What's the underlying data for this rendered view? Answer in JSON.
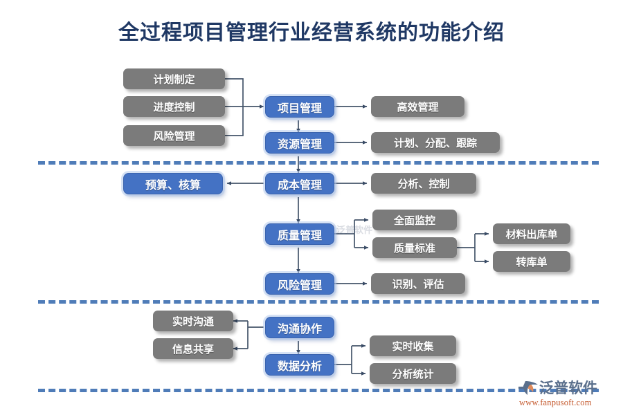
{
  "page": {
    "title": "全过程项目管理行业经营系统的功能介绍",
    "title_color": "#1f3864",
    "background": "#ffffff"
  },
  "colors": {
    "blue_node": "#4472c4",
    "gray_node": "#7b7b7b",
    "separator": "#4f7cb8",
    "connector": "#44546a",
    "logo_text": "#5a6f8c",
    "logo_url": "#c4582c"
  },
  "sections": [
    {
      "name": "project-resource",
      "nodes": {
        "inputs": [
          {
            "id": "plan-making",
            "label": "计划制定",
            "style": "gray"
          },
          {
            "id": "progress-control",
            "label": "进度控制",
            "style": "gray"
          },
          {
            "id": "risk-control-input",
            "label": "风险管理",
            "style": "gray"
          }
        ],
        "core": [
          {
            "id": "project-management",
            "label": "项目管理",
            "style": "blue"
          },
          {
            "id": "resource-management",
            "label": "资源管理",
            "style": "blue"
          }
        ],
        "outputs": [
          {
            "id": "efficient-management",
            "label": "高效管理",
            "style": "gray"
          },
          {
            "id": "plan-allocate-track",
            "label": "计划、分配、跟踪",
            "style": "gray"
          }
        ]
      }
    },
    {
      "name": "cost-quality-risk",
      "nodes": {
        "left": [
          {
            "id": "budget-accounting",
            "label": "预算、核算",
            "style": "blue"
          }
        ],
        "core": [
          {
            "id": "cost-management",
            "label": "成本管理",
            "style": "blue"
          },
          {
            "id": "quality-management",
            "label": "质量管理",
            "style": "blue"
          },
          {
            "id": "risk-management",
            "label": "风险管理",
            "style": "blue"
          }
        ],
        "outputs": [
          {
            "id": "analysis-control",
            "label": "分析、控制",
            "style": "gray"
          },
          {
            "id": "full-monitoring",
            "label": "全面监控",
            "style": "gray"
          },
          {
            "id": "quality-standard",
            "label": "质量标准",
            "style": "gray"
          },
          {
            "id": "identify-evaluate",
            "label": "识别、评估",
            "style": "gray"
          }
        ],
        "sub_outputs": [
          {
            "id": "material-outbound-order",
            "label": "材料出库单",
            "style": "gray"
          },
          {
            "id": "transfer-order",
            "label": "转库单",
            "style": "gray"
          }
        ]
      }
    },
    {
      "name": "communication-data",
      "nodes": {
        "left": [
          {
            "id": "realtime-communication",
            "label": "实时沟通",
            "style": "gray"
          },
          {
            "id": "information-sharing",
            "label": "信息共享",
            "style": "gray"
          }
        ],
        "core": [
          {
            "id": "communication-collaboration",
            "label": "沟通协作",
            "style": "blue"
          },
          {
            "id": "data-analysis",
            "label": "数据分析",
            "style": "blue"
          }
        ],
        "outputs": [
          {
            "id": "realtime-collection",
            "label": "实时收集",
            "style": "gray"
          },
          {
            "id": "analysis-statistics",
            "label": "分析统计",
            "style": "gray"
          }
        ]
      }
    }
  ],
  "watermark": {
    "text": "泛普软件"
  },
  "logo": {
    "name": "泛普软件",
    "url": "www.fanpusoft.com"
  }
}
